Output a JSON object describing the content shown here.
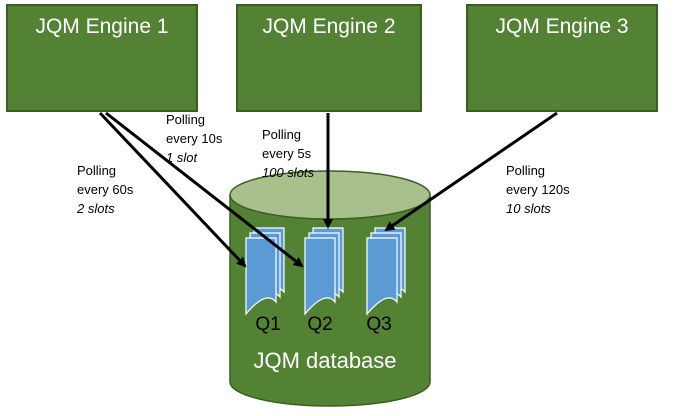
{
  "colors": {
    "engine_fill": "#548235",
    "engine_stroke": "#3b5e24",
    "db_fill": "#548235",
    "db_top": "#a9c08c",
    "doc_fill": "#5b9bd5",
    "doc_stroke": "#ffffff",
    "arrow": "#000000"
  },
  "engines": [
    {
      "label": "JQM Engine 1"
    },
    {
      "label": "JQM Engine 2"
    },
    {
      "label": "JQM Engine 3"
    }
  ],
  "polls": [
    {
      "line1": "Polling",
      "line2": "every 60s",
      "slots": "2 slots"
    },
    {
      "line1": "Polling",
      "line2": "every 10s",
      "slots": "1 slot"
    },
    {
      "line1": "Polling",
      "line2": "every 5s",
      "slots": "100 slots"
    },
    {
      "line1": "Polling",
      "line2": "every 120s",
      "slots": "10 slots"
    }
  ],
  "queues": [
    {
      "label": "Q1"
    },
    {
      "label": "Q2"
    },
    {
      "label": "Q3"
    }
  ],
  "database": {
    "label": "JQM database"
  }
}
